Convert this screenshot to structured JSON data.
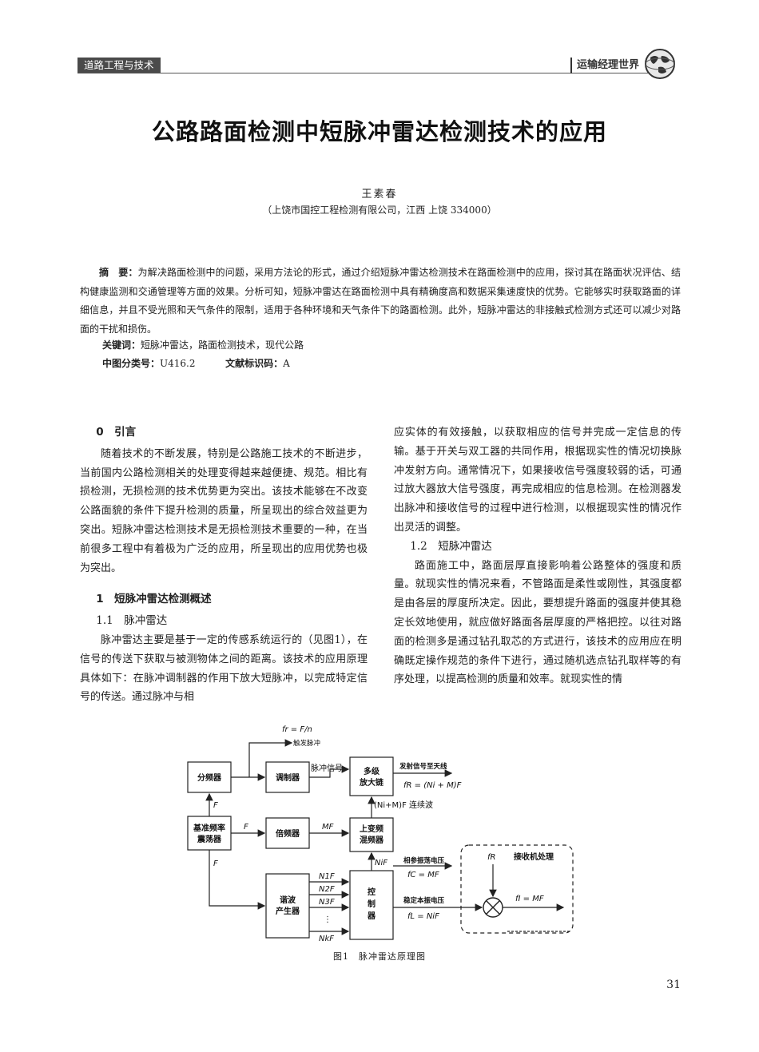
{
  "header": {
    "section_tag": "道路工程与技术",
    "journal": "运输经理世界"
  },
  "title": "公路路面检测中短脉冲雷达检测技术的应用",
  "author": "王素春",
  "affiliation": "（上饶市国控工程检测有限公司，江西 上饶 334000）",
  "abstract": {
    "label": "摘　要：",
    "text": "为解决路面检测中的问题，采用方法论的形式，通过介绍短脉冲雷达检测技术在路面检测中的应用，探讨其在路面状况评估、结构健康监测和交通管理等方面的效果。分析可知，短脉冲雷达在路面检测中具有精确度高和数据采集速度快的优势。它能够实时获取路面的详细信息，并且不受光照和天气条件的限制，适用于各种环境和天气条件下的路面检测。此外，短脉冲雷达的非接触式检测方式还可以减少对路面的干扰和损伤。"
  },
  "keywords": {
    "label": "关键词：",
    "text": "短脉冲雷达，路面检测技术，现代公路"
  },
  "classification": {
    "clc_label": "中图分类号：",
    "clc_value": "U416.2",
    "doc_label": "文献标识码：",
    "doc_value": "A"
  },
  "left_column": {
    "sec0_heading": "0　引言",
    "sec0_p1": "随着技术的不断发展，特别是公路施工技术的不断进步，当前国内公路检测相关的处理变得越来越便捷、规范。相比有损检测，无损检测的技术优势更为突出。该技术能够在不改变公路面貌的条件下提升检测的质量，所呈现出的综合效益更为突出。短脉冲雷达检测技术是无损检测技术重要的一种，在当前很多工程中有着极为广泛的应用，所呈现出的应用优势也极为突出。",
    "sec1_heading": "1　短脉冲雷达检测概述",
    "sec11_heading": "1.1　脉冲雷达",
    "sec11_p1": "脉冲雷达主要是基于一定的传感系统运行的（见图1），在信号的传送下获取与被测物体之间的距离。该技术的应用原理具体如下：在脉冲调制器的作用下放大短脉冲，以完成特定信号的传送。通过脉冲与相"
  },
  "right_column": {
    "p_cont": "应实体的有效接触，以获取相应的信号并完成一定信息的传输。基于开关与双工器的共同作用，根据现实性的情况切换脉冲发射方向。通常情况下，如果接收信号强度较弱的话，可通过放大器放大信号强度，再完成相应的信息检测。在检测器发出脉冲和接收信号的过程中进行检测，以根据现实性的情况作出灵活的调整。",
    "sec12_heading": "1.2　短脉冲雷达",
    "sec12_p1": "路面施工中，路面层厚直接影响着公路整体的强度和质量。就现实性的情况来看，不管路面是柔性或刚性，其强度都是由各层的厚度所决定。因此，要想提升路面的强度并使其稳定长效地使用，就应做好路面各层厚度的严格把控。以往对路面的检测多是通过钻孔取芯的方式进行，该技术的应用应在明确既定操作规范的条件下进行，通过随机选点钻孔取样等的有序处理，以提高检测的质量和效率。就现实性的情"
  },
  "figure": {
    "caption": "图1　脉冲雷达原理图",
    "blocks": {
      "divider": "分频器",
      "modulator": "调制器",
      "amplifier_l1": "多级",
      "amplifier_l2": "放大链",
      "reference_l1": "基准频率",
      "reference_l2": "震荡器",
      "multiplier": "倍频器",
      "upconv_l1": "上变频",
      "upconv_l2": "混频器",
      "harmonic_l1": "谐波",
      "harmonic_l2": "产生器",
      "ctrl_1": "控",
      "ctrl_2": "制",
      "ctrl_3": "器",
      "receiver": "接收机处理"
    },
    "labels": {
      "fr_formula": "fr = F/n",
      "trigger": "触发脉冲",
      "pulse_signal": "脉冲信号",
      "tx_signal": "发射信号至天线",
      "fR_formula": "fR = (Ni + M)F",
      "cw_formula": "(Ni+M)F 连续波",
      "F_1": "F",
      "F_2": "F",
      "F_3": "F",
      "MF": "MF",
      "coherent_ref": "相参振荡电压",
      "fC_formula": "fC = MF",
      "NiF": "NiF",
      "N1F": "N1F",
      "N2F": "N2F",
      "N3F": "N3F",
      "vdots": "⋮",
      "NkF": "NkF",
      "stable_local": "稳定本振电压",
      "fL_formula": "fL = NiF",
      "fR_in": "fR",
      "fI_formula": "fI = MF"
    }
  },
  "page_number": "31"
}
